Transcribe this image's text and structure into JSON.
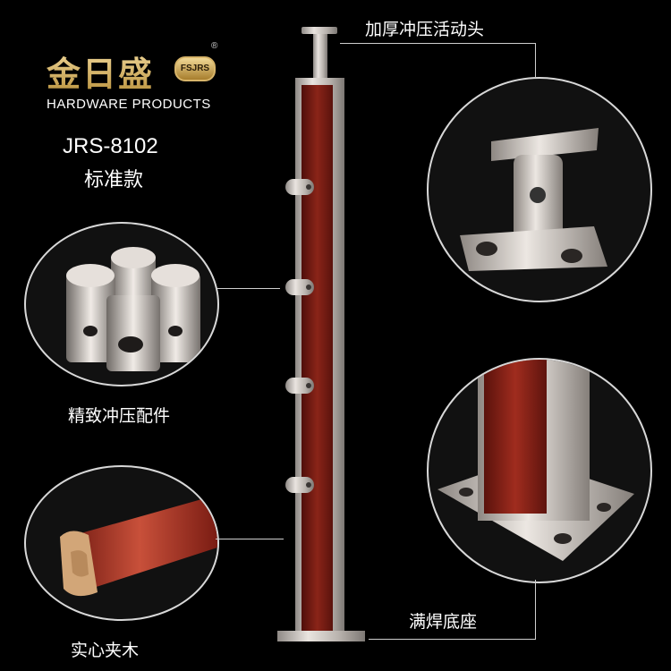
{
  "brand": {
    "name_cn": "金日盛",
    "badge": "FSJRS",
    "registered": "®",
    "name_en": "HARDWARE PRODUCTS"
  },
  "product": {
    "model": "JRS-8102",
    "variant": "标准款"
  },
  "callouts": {
    "top_right": "加厚冲压活动头",
    "middle_left": "精致冲压配件",
    "bottom_right": "满焊底座",
    "bottom_left": "实心夹木"
  },
  "colors": {
    "background": "#000000",
    "steel": "#c8c2bd",
    "wood": "#7a1a14",
    "gold": "#c9a24e"
  },
  "icons": [
    "post-icon",
    "bracket-icon",
    "fitting-icon",
    "base-plate-icon",
    "handrail-icon"
  ]
}
